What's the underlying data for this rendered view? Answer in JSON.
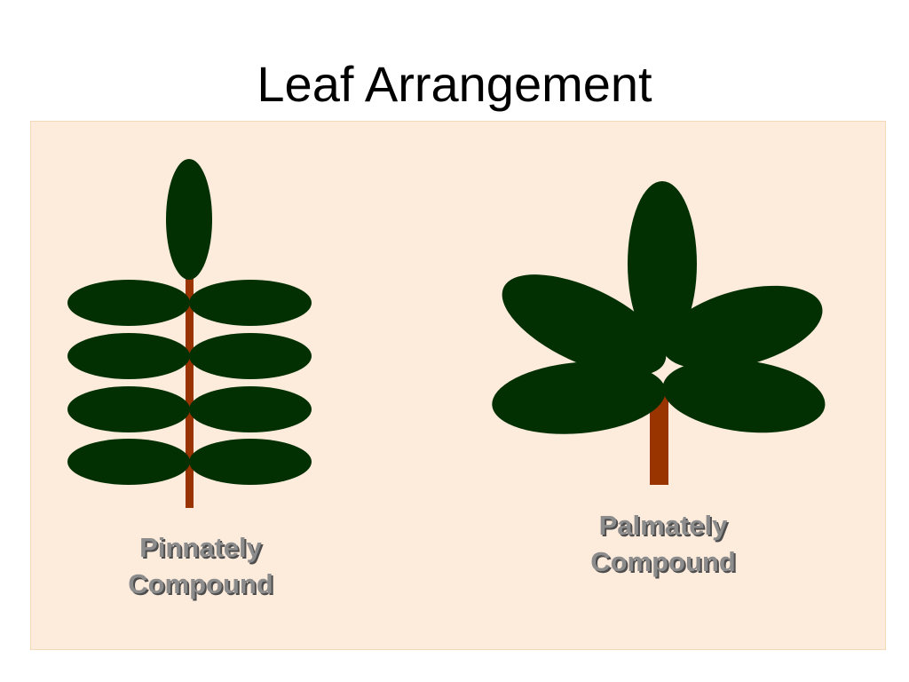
{
  "slide": {
    "title": "Leaf Arrangement"
  },
  "pinnate": {
    "caption_line1": "Pinnately",
    "caption_line2": "Compound"
  },
  "palmate": {
    "caption_line1": "Palmately",
    "caption_line2": "Compound"
  },
  "colors": {
    "leaf": "#033003",
    "stem": "#993300",
    "panel_background": "#fdebdc",
    "caption_text": "#8c8c8c"
  }
}
